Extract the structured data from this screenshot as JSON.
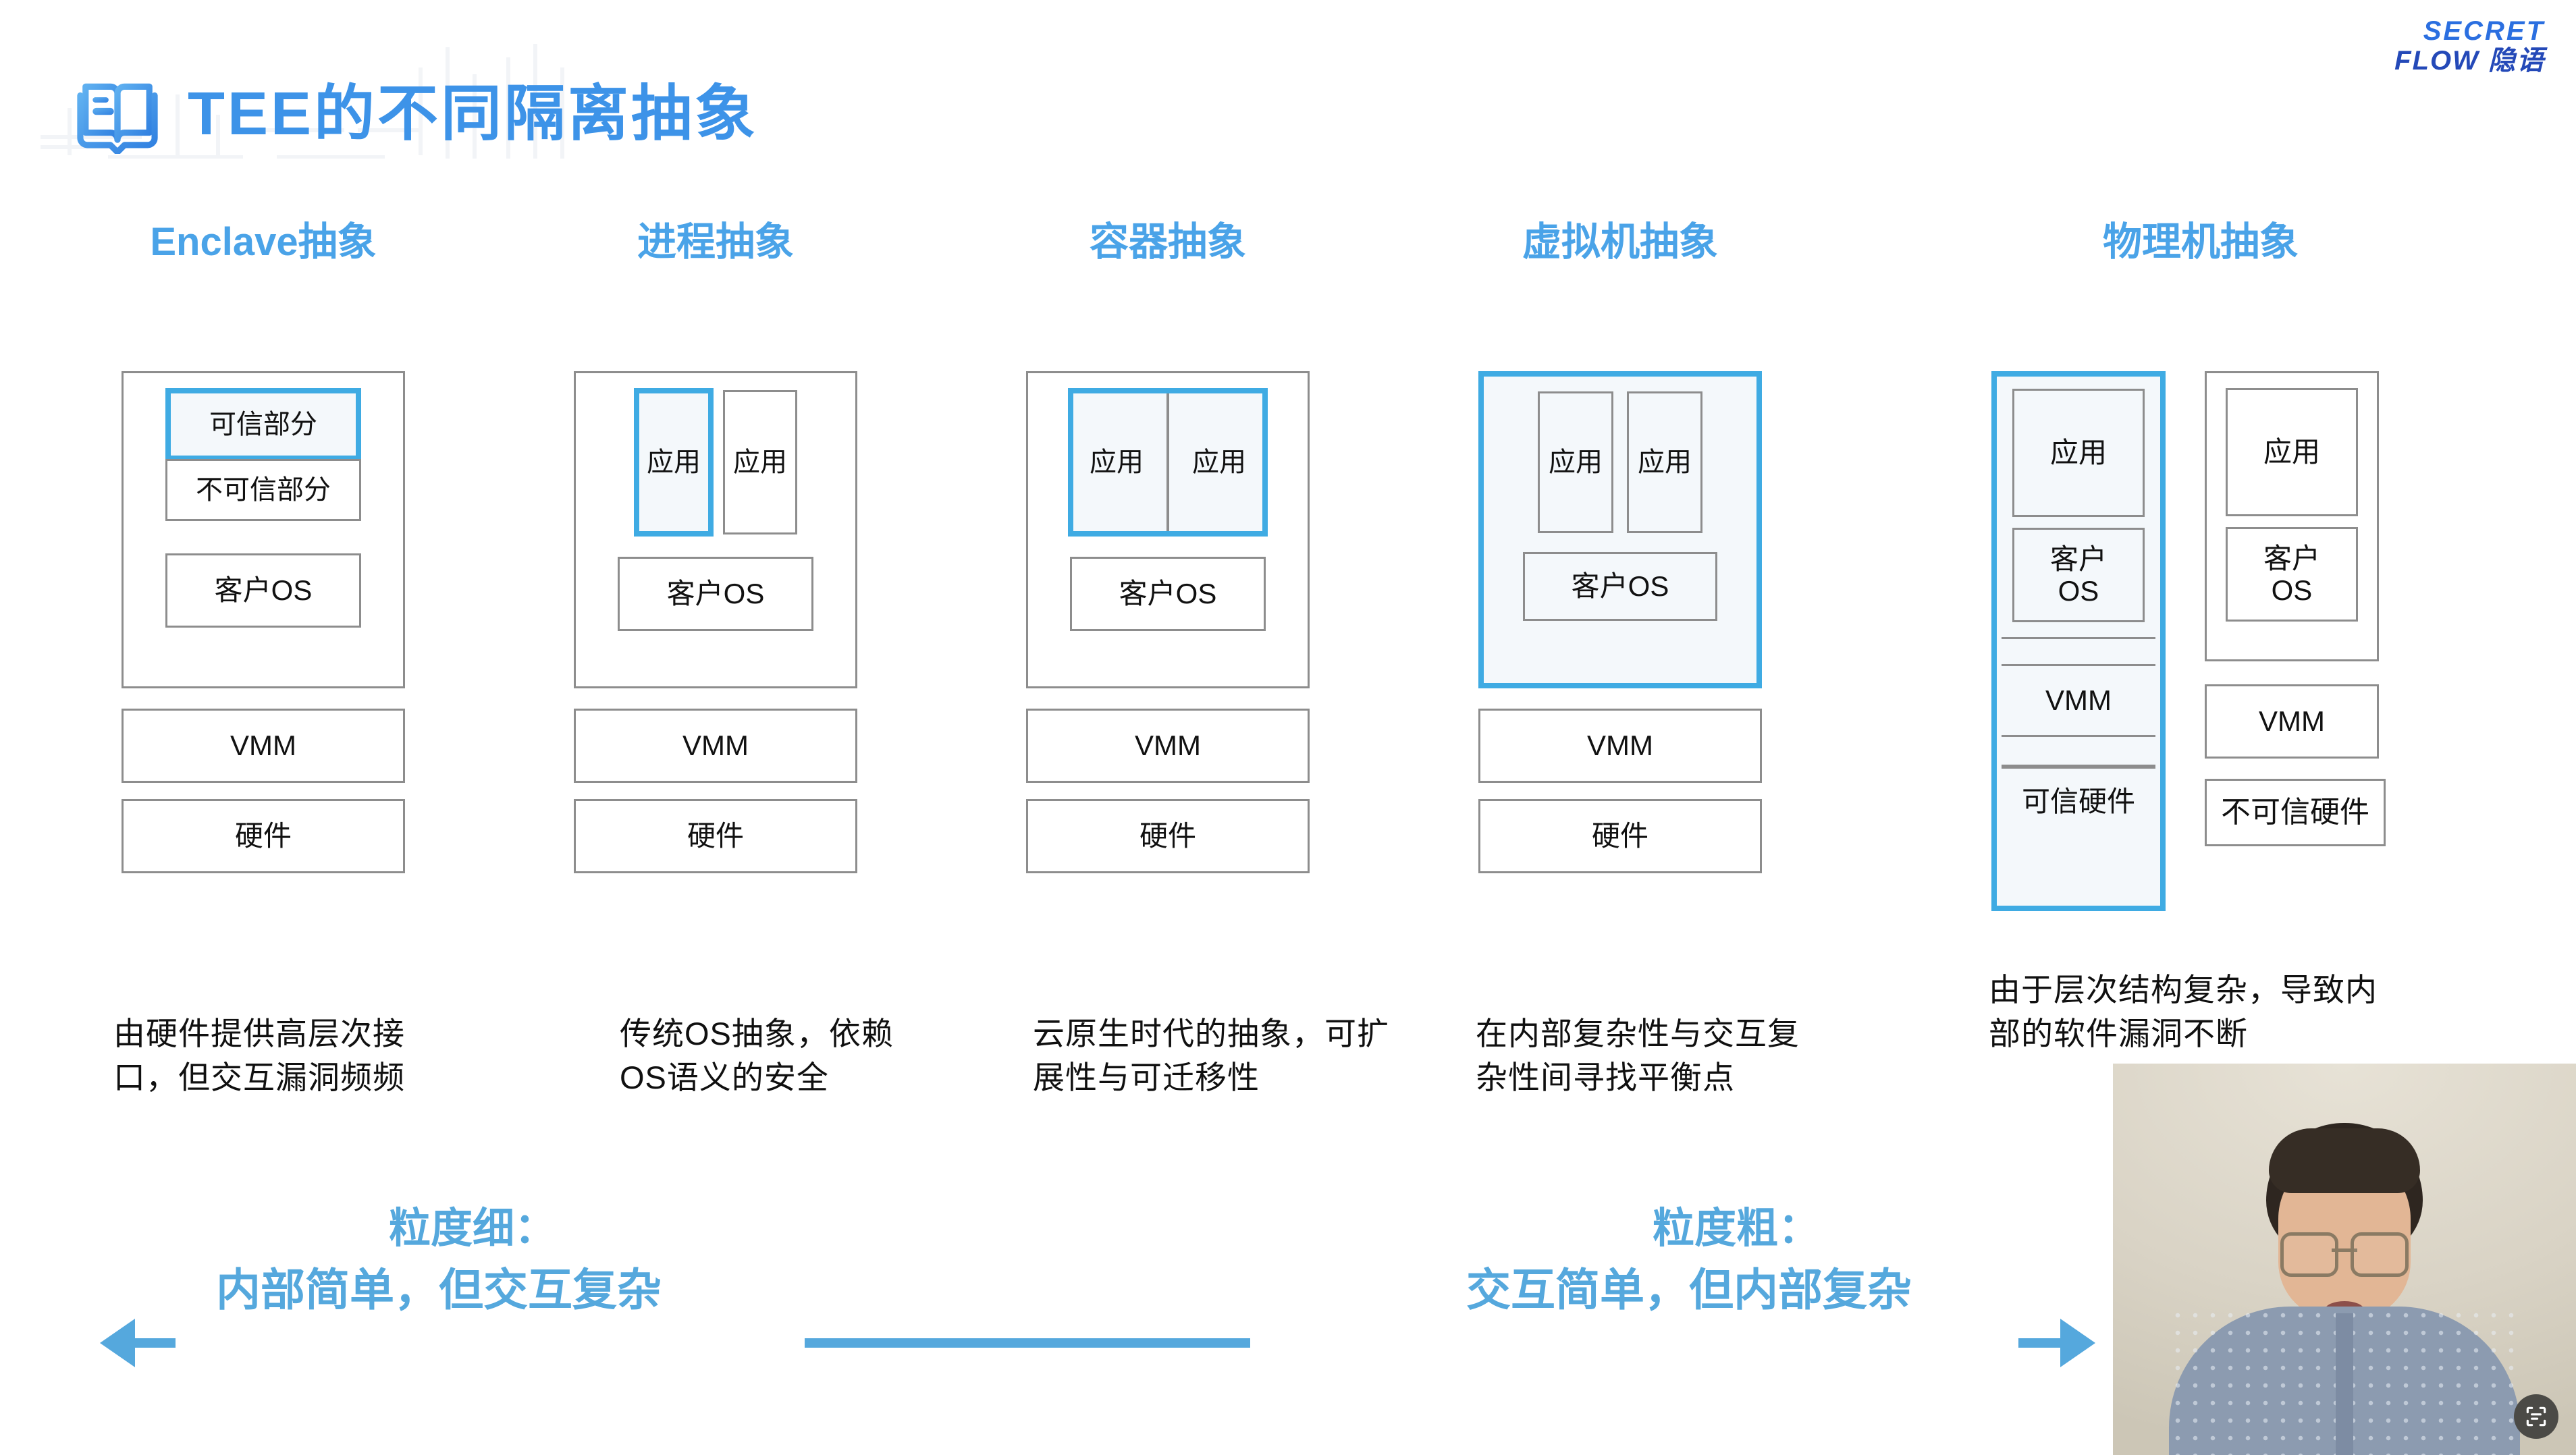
{
  "brand": {
    "line1": "SECRET",
    "line2": "FLOW 隐语",
    "color": "#2b6fe0"
  },
  "header": {
    "title": "TEE的不同隔离抽象",
    "icon": "open-book-icon",
    "title_color": "#3d93e8"
  },
  "theme": {
    "accent_blue": "#4aa3e8",
    "highlight_border": "#3fabe3",
    "highlight_fill": "#f4f8fb",
    "box_border": "#8d8d8d",
    "summary_blue": "#55a8dd"
  },
  "columns": [
    {
      "heading": "Enclave抽象",
      "caption": "由硬件提供高层次接口，但交互漏洞频频",
      "layout": "enclave",
      "outer_highlighted": false,
      "boxes": {
        "trusted": "可信部分",
        "untrusted": "不可信部分",
        "guest_os": "客户OS"
      },
      "vmm": "VMM",
      "hardware": "硬件"
    },
    {
      "heading": "进程抽象",
      "caption": "传统OS抽象，依赖OS语义的安全",
      "layout": "process",
      "outer_highlighted": false,
      "boxes": {
        "app1": "应用",
        "app2": "应用",
        "guest_os": "客户OS"
      },
      "vmm": "VMM",
      "hardware": "硬件"
    },
    {
      "heading": "容器抽象",
      "caption": "云原生时代的抽象，可扩展性与可迁移性",
      "layout": "container",
      "outer_highlighted": false,
      "boxes": {
        "app1": "应用",
        "app2": "应用",
        "guest_os": "客户OS"
      },
      "vmm": "VMM",
      "hardware": "硬件"
    },
    {
      "heading": "虚拟机抽象",
      "caption": "在内部复杂性与交互复杂性间寻找平衡点",
      "layout": "vm",
      "outer_highlighted": true,
      "boxes": {
        "app1": "应用",
        "app2": "应用",
        "guest_os": "客户OS"
      },
      "vmm": "VMM",
      "hardware": "硬件"
    },
    {
      "heading": "物理机抽象",
      "caption": "由于层次结构复杂，导致内部的软件漏洞不断",
      "layout": "physical",
      "trusted_stack": {
        "app": "应用",
        "guest_os": "客户\nOS",
        "vmm": "VMM",
        "hardware": "可信硬件",
        "highlighted": true
      },
      "untrusted_stack": {
        "app": "应用",
        "guest_os": "客户\nOS",
        "vmm": "VMM",
        "hardware": "不可信硬件",
        "highlighted": false
      }
    }
  ],
  "summary": {
    "left": {
      "line1": "粒度细：",
      "line2": "内部简单，但交互复杂",
      "arrow": "arrow-left-icon"
    },
    "right": {
      "line1": "粒度粗：",
      "line2": "交互简单，但内部复杂",
      "arrow": "arrow-right-icon"
    }
  },
  "video_overlay": {
    "present": true,
    "scan_button": "scan-icon"
  }
}
